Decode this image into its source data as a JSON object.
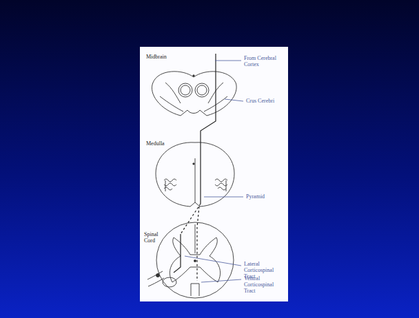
{
  "diagram": {
    "labels": [
      "Midbrain",
      "From Cerebral Cortex",
      "Crus Cerebri",
      "Medulla",
      "Pyramid",
      "Spinal Cord",
      "Lateral Corticospinal Tract",
      "Ventral Corticospinal Tract"
    ]
  }
}
